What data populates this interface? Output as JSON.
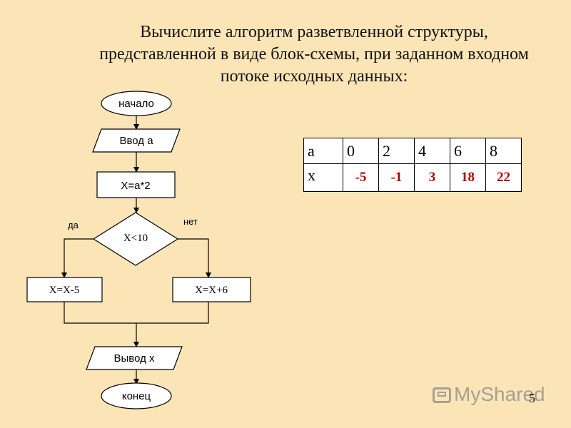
{
  "title": {
    "line1": "Вычислите алгоритм разветвленной структуры,",
    "line2": "представленной в виде блок-схемы, при заданном входном",
    "line3": "потоке исходных данных:"
  },
  "flowchart": {
    "start": "начало",
    "input": "Ввод а",
    "process": "Х=а*2",
    "condition": "Х<10",
    "yes_label": "да",
    "no_label": "нет",
    "branch_yes": "Х=Х-5",
    "branch_no": "Х=Х+6",
    "output": "Вывод х",
    "end": "конец"
  },
  "table": {
    "row_a_label": "а",
    "row_x_label": "х",
    "a_values": [
      "0",
      "2",
      "4",
      "6",
      "8"
    ],
    "x_values": [
      "-5",
      "-1",
      "3",
      "18",
      "22"
    ],
    "result_color": "#b00000"
  },
  "watermark": {
    "text": "MyShared",
    "icon": "monitor-icon"
  },
  "page_number": "5"
}
